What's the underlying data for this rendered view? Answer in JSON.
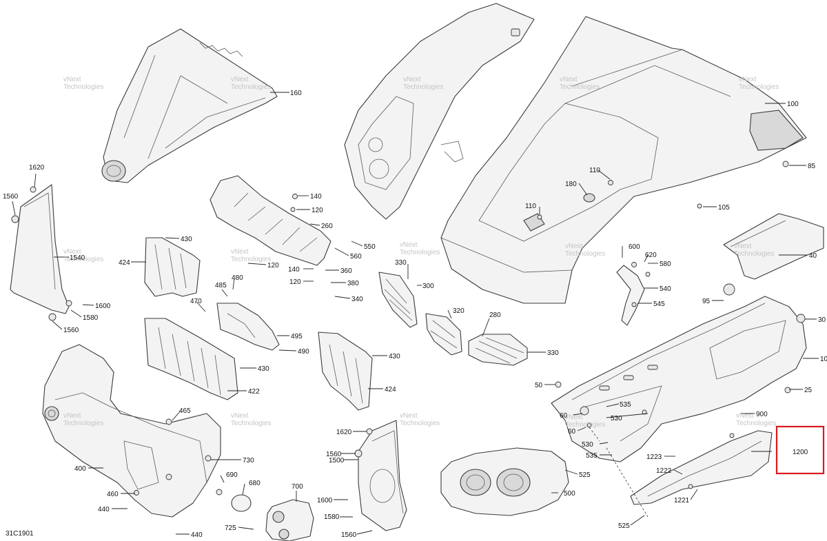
{
  "diagram_ref": "31C1901",
  "watermark": "vNext\nTechnologies",
  "highlight_color": "#d7191f",
  "callouts": {
    "c160": "160",
    "c100": "100",
    "c85": "85",
    "c105": "105",
    "c110a": "110",
    "c110b": "110",
    "c180": "180",
    "c1620a": "1620",
    "c1560a": "1560",
    "c1540": "1540",
    "c1600a": "1600",
    "c1580a": "1580",
    "c1560b": "1560",
    "c140a": "140",
    "c120a": "120",
    "c260": "260",
    "c550": "550",
    "c560": "560",
    "c120b": "120",
    "c140b": "140",
    "c360": "360",
    "c120c": "120",
    "c380": "380",
    "c340": "340",
    "c430a": "430",
    "c424a": "424",
    "c485": "485",
    "c480": "480",
    "c470": "470",
    "c495": "495",
    "c490": "490",
    "c430b": "430",
    "c422": "422",
    "c430c": "430",
    "c424b": "424",
    "c330a": "330",
    "c300": "300",
    "c320": "320",
    "c280": "280",
    "c330b": "330",
    "c40": "40",
    "c600": "600",
    "c620": "620",
    "c580": "580",
    "c540": "540",
    "c545": "545",
    "c95": "95",
    "c30": "30",
    "c10": "10",
    "c25": "25",
    "c50": "50",
    "c535a": "535",
    "c530a": "530",
    "c60a": "60",
    "c60b": "60",
    "c900": "900",
    "c530b": "530",
    "c535b": "535",
    "c525a": "525",
    "c1223": "1223",
    "c1222": "1222",
    "c1200": "1200",
    "c1221": "1221",
    "c525b": "525",
    "c465": "465",
    "c730": "730",
    "c400": "400",
    "c690": "690",
    "c680": "680",
    "c460": "460",
    "c440a": "440",
    "c440b": "440",
    "c700": "700",
    "c725": "725",
    "c1620b": "1620",
    "c1560c": "1560",
    "c1500": "1500",
    "c1600b": "1600",
    "c1580b": "1580",
    "c1560d": "1560",
    "c500": "500"
  }
}
